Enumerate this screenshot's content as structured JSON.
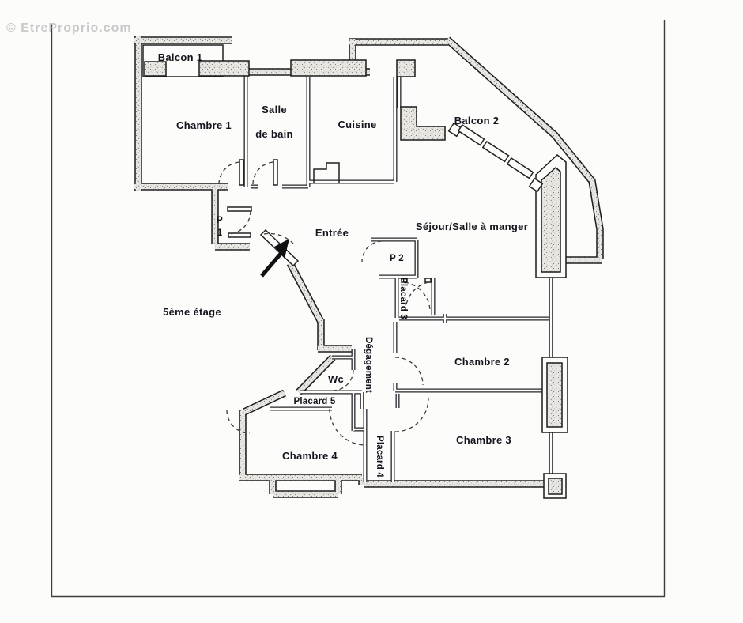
{
  "watermark": "© EtreProprio.com",
  "plan": {
    "floor_label": "5ème étage",
    "rooms": {
      "balcon1": "Balcon 1",
      "chambre1": "Chambre 1",
      "salle": "Salle",
      "de_bain": "de bain",
      "cuisine": "Cuisine",
      "balcon2": "Balcon 2",
      "sejour": "Séjour/Salle à manger",
      "entree": "Entrée",
      "p1_line1": "P",
      "p1_line2": "1",
      "p2": "P 2",
      "placard3": "Placard 3",
      "degagement": "Dégagement",
      "wc": "Wc",
      "placard5": "Placard 5",
      "chambre2": "Chambre 2",
      "chambre3": "Chambre 3",
      "chambre4": "Chambre 4",
      "placard4": "Placard 4"
    },
    "colors": {
      "wall_dark": "#1f1f1f",
      "wall_fill": "#eae8e4",
      "text": "#14141c",
      "watermark": "#c9c9c9",
      "frame": "#3d3d3d",
      "background": "#fcfcfb"
    }
  }
}
